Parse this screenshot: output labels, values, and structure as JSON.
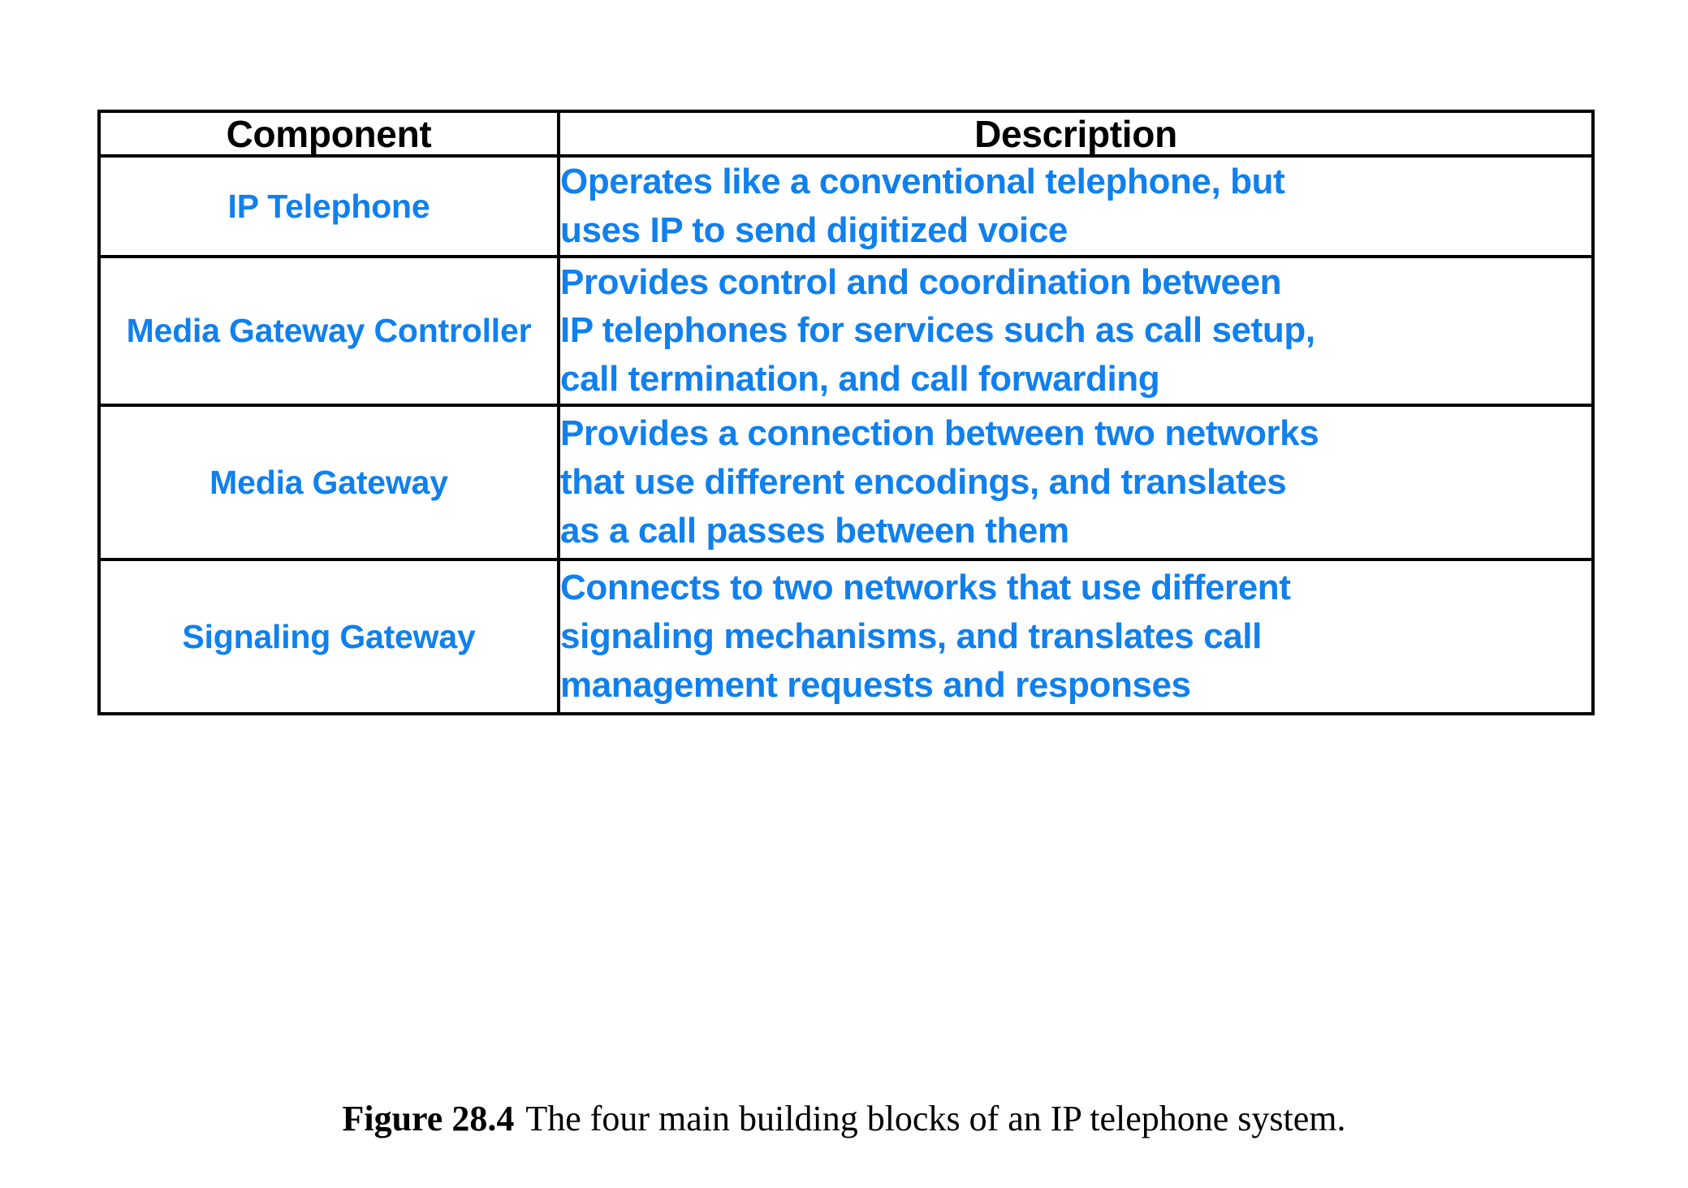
{
  "table": {
    "headers": {
      "component": "Component",
      "description": "Description"
    },
    "rows": [
      {
        "component": "IP Telephone",
        "description": "Operates like a conventional telephone, but\nuses IP to send digitized voice"
      },
      {
        "component": "Media Gateway\nController",
        "description": "Provides control and coordination between\nIP telephones for services such as call setup,\ncall termination, and call forwarding"
      },
      {
        "component": "Media Gateway",
        "description": "Provides a connection between two networks\nthat use different encodings, and translates\nas a call passes between them"
      },
      {
        "component": "Signaling Gateway",
        "description": "Connects to two networks that use different\nsignaling mechanisms, and translates call\nmanagement requests and responses"
      }
    ]
  },
  "caption": {
    "label": "Figure 28.4",
    "text": "The four main building blocks of an IP telephone system."
  },
  "colors": {
    "text_blue": "#1080EE",
    "text_black": "#000000",
    "border": "#000000",
    "background": "#FFFFFF"
  }
}
